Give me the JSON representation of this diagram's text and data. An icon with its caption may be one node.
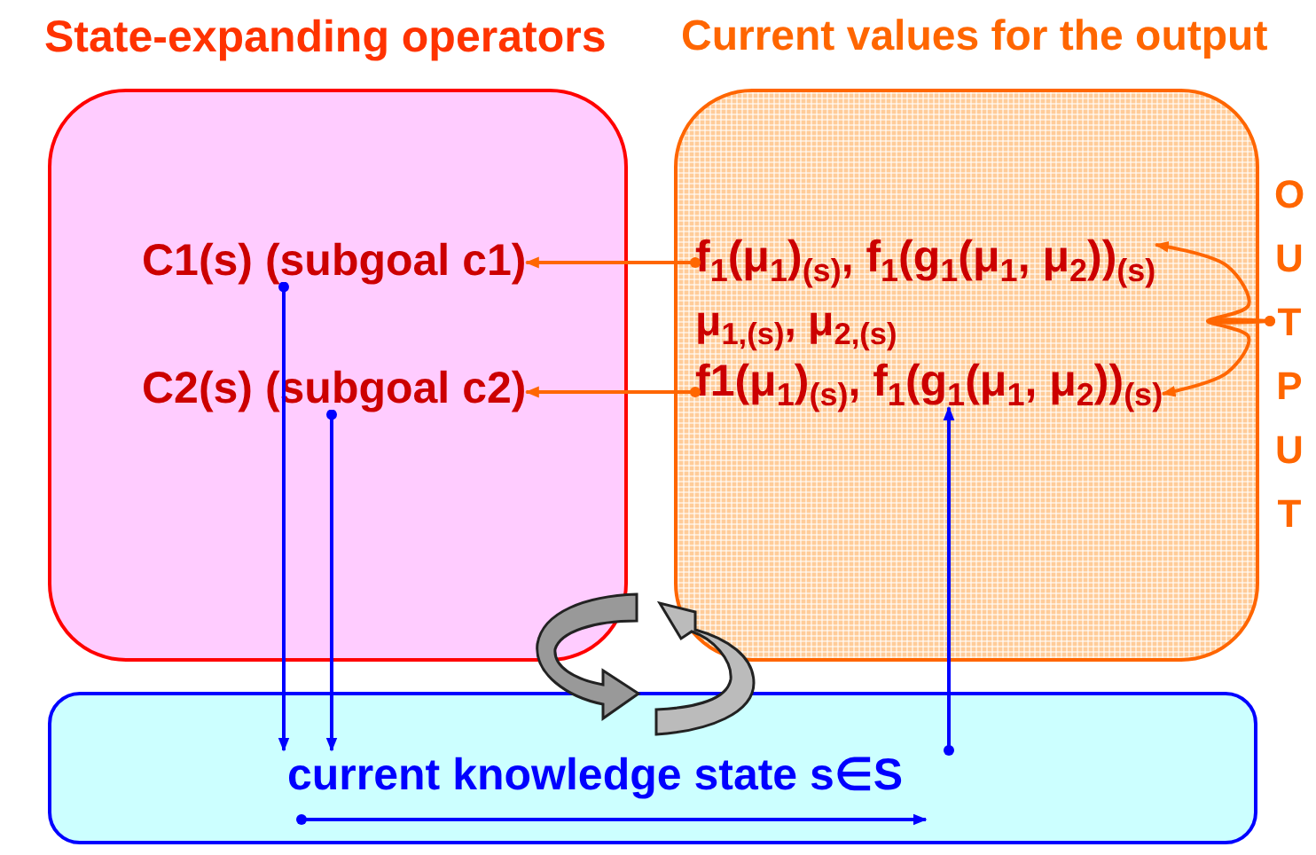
{
  "diagram": {
    "nodes": [
      {
        "text": [
          "State-expanding operators"
        ]
      },
      {
        "text": [
          "Current values for the output"
        ]
      },
      {
        "text": [],
        "shape": "box"
      },
      {
        "text": [
          "C1(s) (subgoal c1)"
        ],
        "in": 0
      },
      {
        "text": [
          "C2(s) (subgoal c2)"
        ],
        "in": 0
      },
      {
        "text": [
          "f$_{1}$(μ$_{1}$)$_{(s)}$, f$_{1}$(g$_{1}$(μ$_{1}$, μ$_{2}$))$_{(s)}$"
        ],
        "in": 1
      },
      {
        "text": [
          "μ$_{1,(s)}$, μ$_{2,(s)}$"
        ],
        "in": 1
      },
      {
        "text": [
          "f1(μ$_{1}$)$_{(s)}$, f$_{1}$(g$_{1}$(μ$_{1}$, μ$_{2}$))$_{(s)}$"
        ],
        "in": 1
      },
      {
        "text": [
          "OUTPUT"
        ]
      },
      {
        "text": [
          "current knowledge state s∈S"
        ],
        "in": 2
      }
    ],
    "edges": [
      {
        "from": 5,
        "to": 3,
        "arrow": "to"
      },
      {
        "from": 7,
        "to": 4,
        "arrow": "to"
      },
      {
        "from": 3,
        "to": 9,
        "arrow": "to",
        "color": "#0000ff"
      },
      {
        "from": 4,
        "to": 9,
        "arrow": "to",
        "color": "#0000ff"
      },
      {
        "from": 9,
        "to": 7,
        "arrow": "to",
        "color": "#0000ff"
      },
      {
        "from": 8,
        "to": 5,
        "arrow": "to"
      },
      {
        "from": 8,
        "to": 7,
        "arrow": "to"
      }
    ]
  }
}
